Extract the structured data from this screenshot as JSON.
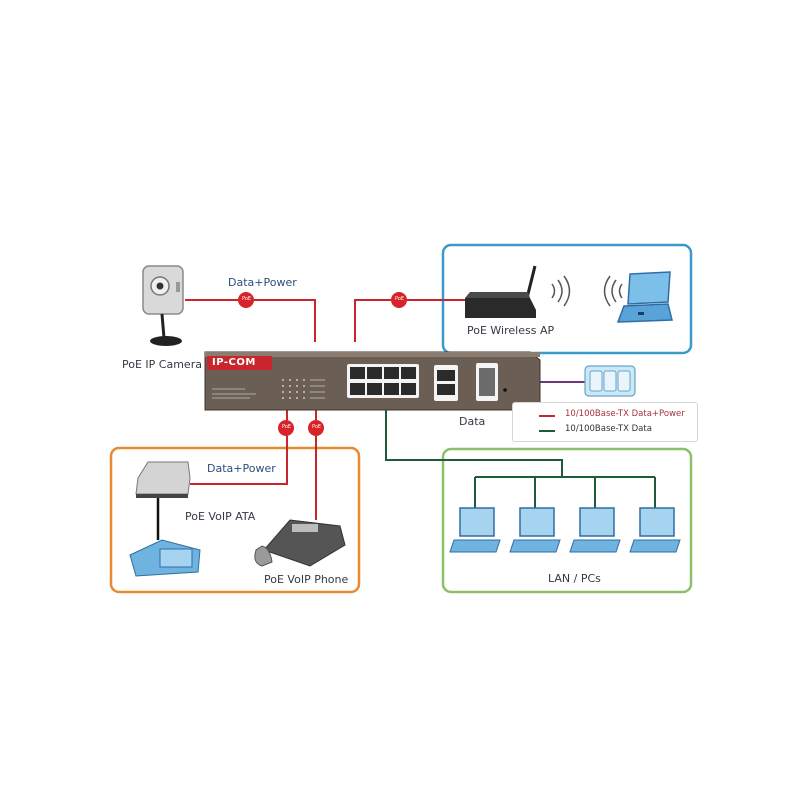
{
  "colors": {
    "power_line": "#c8252c",
    "data_line": "#1f5a3a",
    "ap_group_border": "#3a9ac8",
    "voip_group_border": "#e88a2e",
    "lan_group_border": "#8cc06a",
    "switch_body": "#6b5e54",
    "switch_brand_red": "#c8252c",
    "device_blue": "#6fb3e0",
    "poe_badge": "#d8232a"
  },
  "switch": {
    "brand": "IP-COM",
    "rj45_port_count": 8,
    "uplink_port_count": 2,
    "sfp_slot_count": 1
  },
  "devices": {
    "ip_camera": {
      "label": "PoE IP Camera",
      "link_label": "Data+Power",
      "badge": "PoE"
    },
    "wireless_ap": {
      "label": "PoE Wireless AP",
      "badge": "PoE"
    },
    "voip_ata": {
      "label": "PoE VoIP ATA",
      "link_label": "Data+Power",
      "badge": "PoE"
    },
    "voip_phone": {
      "label": "PoE VoIP Phone",
      "badge": "PoE"
    },
    "data_device": {
      "label": "Data"
    },
    "lan": {
      "label": "LAN / PCs",
      "pc_count": 4
    }
  },
  "legend": [
    {
      "label": "10/100Base-TX Data+Power",
      "kind": "power"
    },
    {
      "label": "10/100Base-TX Data",
      "kind": "data"
    }
  ]
}
